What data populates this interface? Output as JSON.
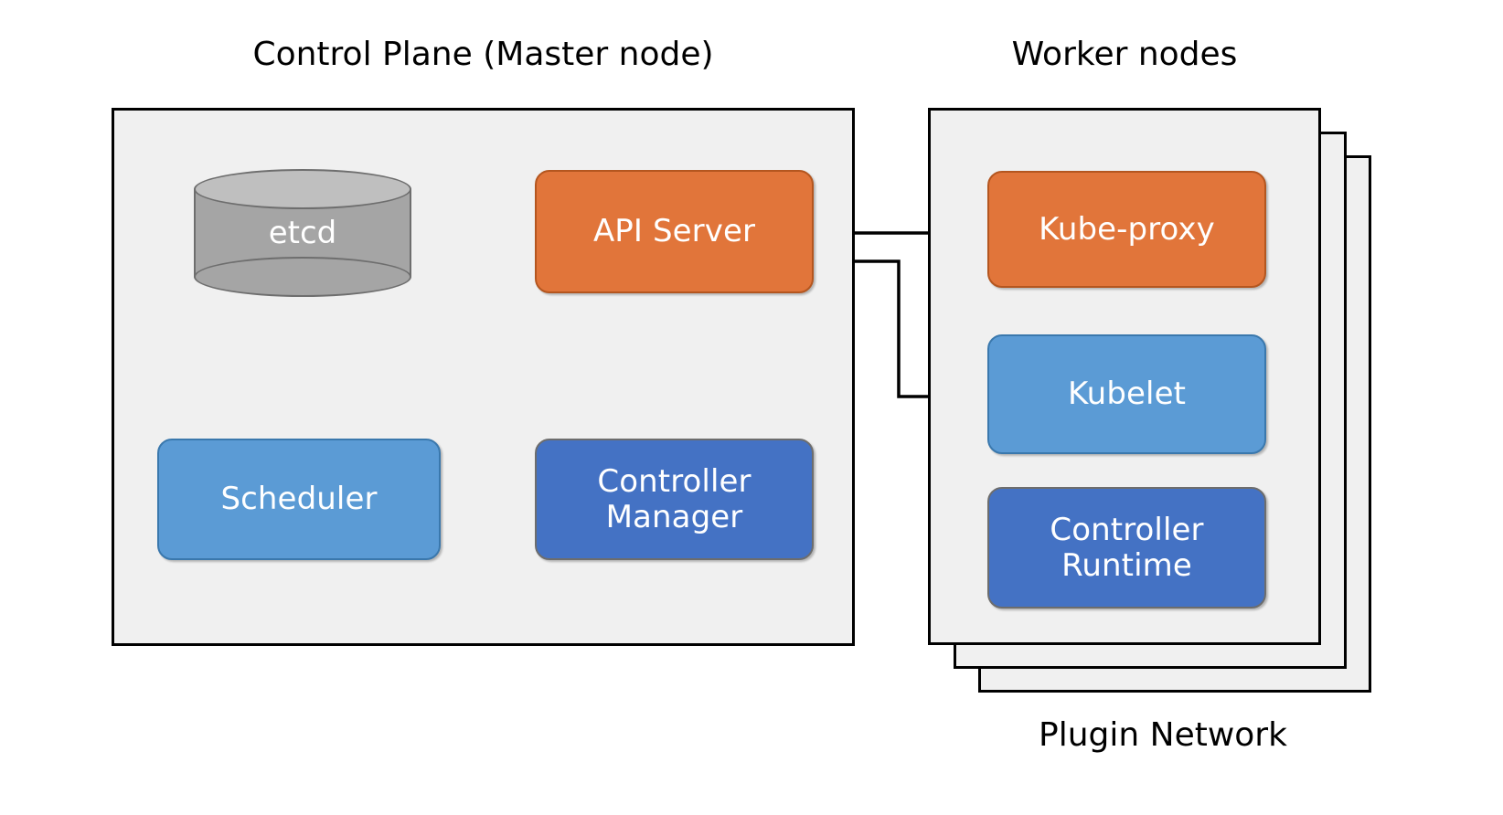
{
  "diagram": {
    "title_control_plane": "Control Plane (Master node)",
    "title_worker_nodes": "Worker nodes",
    "caption_plugin_network": "Plugin Network"
  },
  "control_plane": {
    "nodes": [
      {
        "id": "etcd",
        "label": "etcd",
        "shape": "cylinder",
        "color": "#a5a5a5"
      },
      {
        "id": "api-server",
        "label": "API Server",
        "shape": "rounded-rect",
        "color": "#e1753a"
      },
      {
        "id": "scheduler",
        "label": "Scheduler",
        "shape": "rounded-rect",
        "color": "#5b9bd5"
      },
      {
        "id": "controller-manager",
        "label": "Controller\nManager",
        "line1": "Controller",
        "line2": "Manager",
        "shape": "rounded-rect",
        "color": "#4472c4"
      }
    ]
  },
  "worker_nodes": {
    "stack_count": 3,
    "nodes": [
      {
        "id": "kube-proxy",
        "label": "Kube-proxy",
        "shape": "rounded-rect",
        "color": "#e1753a"
      },
      {
        "id": "kubelet",
        "label": "Kubelet",
        "shape": "rounded-rect",
        "color": "#5b9bd5"
      },
      {
        "id": "controller-runtime",
        "line1": "Controller",
        "line2": "Runtime",
        "shape": "rounded-rect",
        "color": "#4472c4"
      }
    ]
  },
  "connections": [
    {
      "from": "api-server",
      "to": "etcd",
      "color": "#000000"
    },
    {
      "from": "kube-proxy",
      "to": "api-server",
      "color": "#000000"
    },
    {
      "from": "kubelet",
      "to": "api-server",
      "color": "#000000"
    },
    {
      "from": "scheduler",
      "to": "api-server",
      "color": "#000000"
    },
    {
      "from": "controller-manager",
      "to": "api-server",
      "color": "#000000"
    },
    {
      "from": "kubelet",
      "to": "controller-runtime",
      "color": "#4472c4"
    }
  ],
  "palette": {
    "panel_fill": "#f0f0f0",
    "panel_stroke": "#000000",
    "orange": "#e1753a",
    "light_blue": "#5b9bd5",
    "dark_blue": "#4472c4",
    "gray": "#a5a5a5",
    "gray_top": "#bfbfbf",
    "text_on_fill": "#ffffff",
    "background": "#ffffff"
  }
}
